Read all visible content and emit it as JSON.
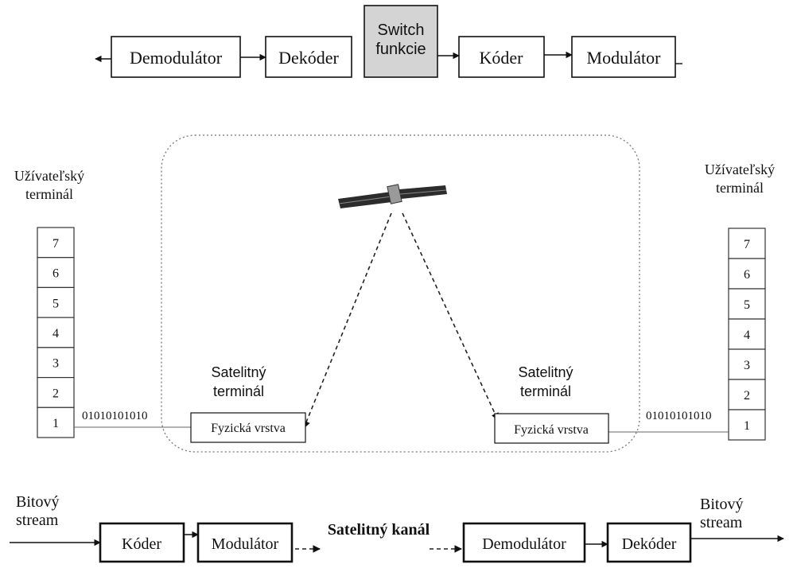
{
  "top_chain": {
    "demodulator": "Demodulátor",
    "dekoder": "Dekóder",
    "switch_line1": "Switch",
    "switch_line2": "funkcie",
    "koder": "Kóder",
    "modulator": "Modulátor"
  },
  "middle": {
    "left_terminal_line1": "Užívateľský",
    "left_terminal_line2": "terminál",
    "right_terminal_line1": "Užívateľský",
    "right_terminal_line2": "terminál",
    "layers": [
      "7",
      "6",
      "5",
      "4",
      "3",
      "2",
      "1"
    ],
    "bits_left": "01010101010",
    "bits_right": "01010101010",
    "sat_terminal_left_line1": "Satelitný",
    "sat_terminal_left_line2": "terminál",
    "sat_terminal_right_line1": "Satelitný",
    "sat_terminal_right_line2": "terminál",
    "phys_left": "Fyzická vrstva",
    "phys_right": "Fyzická vrstva"
  },
  "bottom_chain": {
    "bit_in_line1": "Bitový",
    "bit_in_line2": "stream",
    "koder": "Kóder",
    "modulator": "Modulátor",
    "channel": "Satelitný kanál",
    "demodulator": "Demodulátor",
    "dekoder": "Dekóder",
    "bit_out_line1": "Bitový",
    "bit_out_line2": "stream"
  }
}
